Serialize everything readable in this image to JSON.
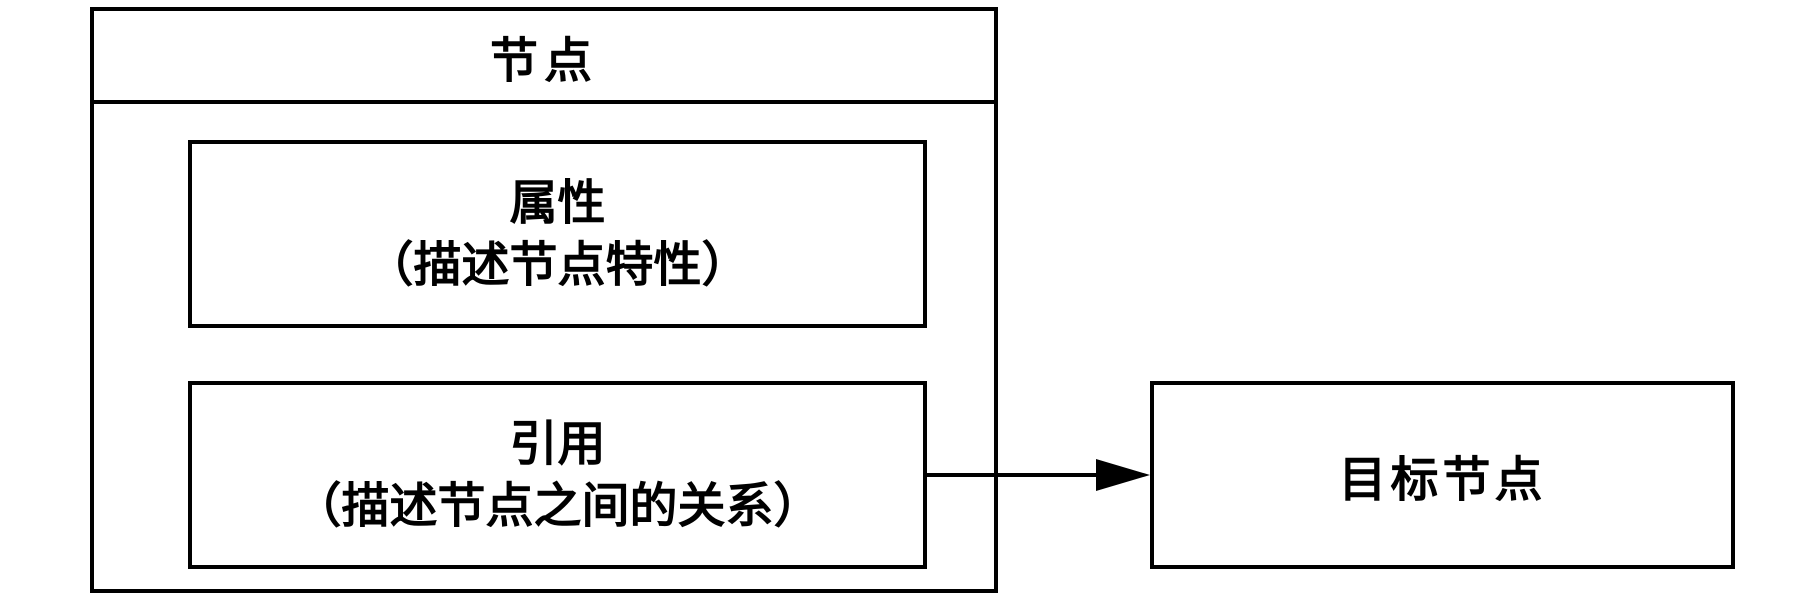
{
  "node": {
    "title": "节点"
  },
  "attribute": {
    "title": "属性",
    "description": "（描述节点特性）"
  },
  "reference": {
    "title": "引用",
    "description": "（描述节点之间的关系）"
  },
  "target": {
    "title": "目标节点"
  },
  "colors": {
    "stroke": "#000000",
    "background": "#ffffff"
  }
}
